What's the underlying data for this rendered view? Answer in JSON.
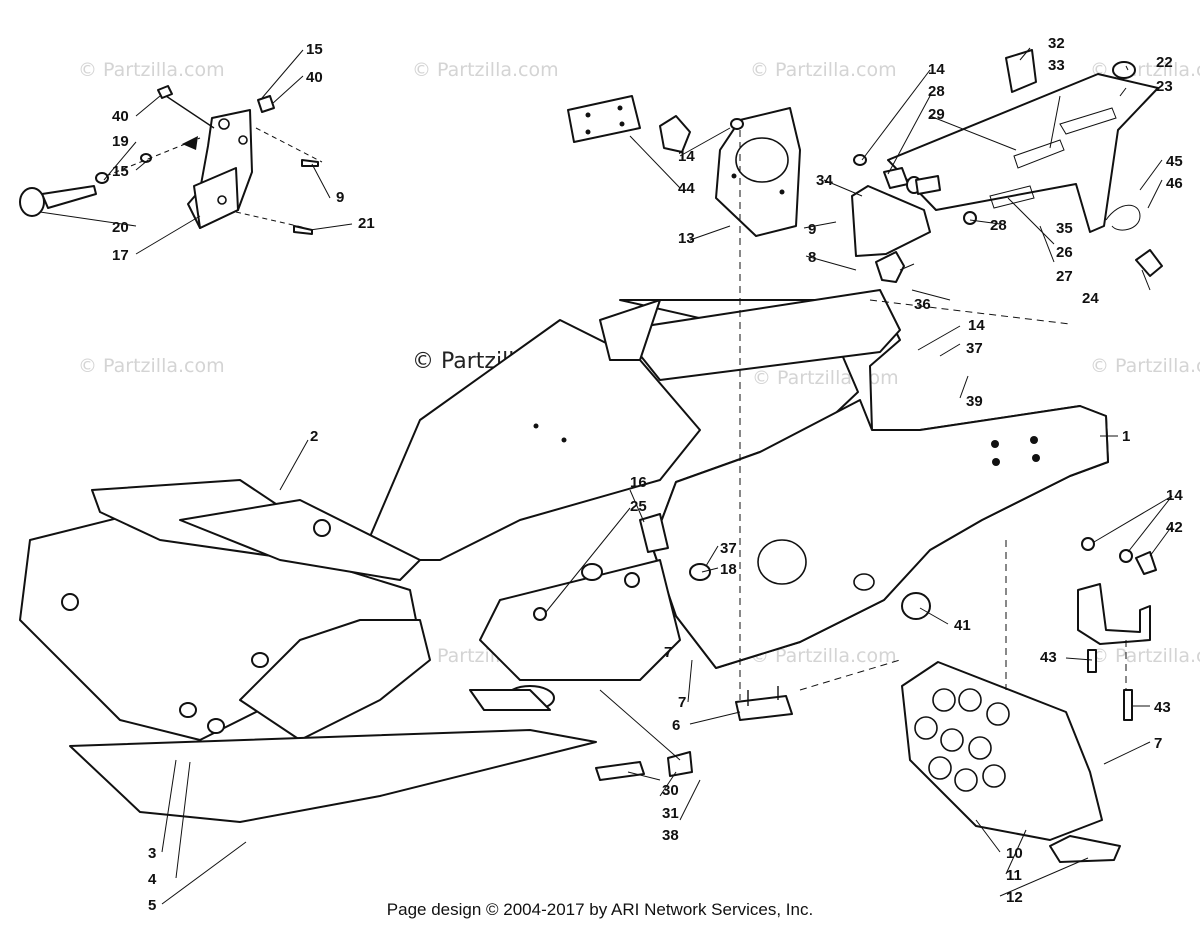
{
  "watermark": {
    "main": "© Partzilla.com",
    "faint": "© Partzilla.com"
  },
  "footer": {
    "text": "Page design © 2004-2017 by ARI Network Services, Inc."
  },
  "callouts": [
    "1",
    "2",
    "3",
    "4",
    "5",
    "6",
    "7",
    "7",
    "7",
    "8",
    "9",
    "9",
    "10",
    "11",
    "12",
    "13",
    "14",
    "14",
    "14",
    "14",
    "14",
    "15",
    "15",
    "16",
    "17",
    "18",
    "19",
    "20",
    "21",
    "22",
    "23",
    "24",
    "25",
    "26",
    "27",
    "28",
    "28",
    "29",
    "30",
    "31",
    "32",
    "33",
    "34",
    "35",
    "36",
    "37",
    "37",
    "38",
    "39",
    "40",
    "40",
    "41",
    "42",
    "43",
    "43",
    "44",
    "45",
    "46"
  ],
  "colors": {
    "ink": "#111111",
    "watermark": "#d4d4d4",
    "background": "#ffffff"
  }
}
